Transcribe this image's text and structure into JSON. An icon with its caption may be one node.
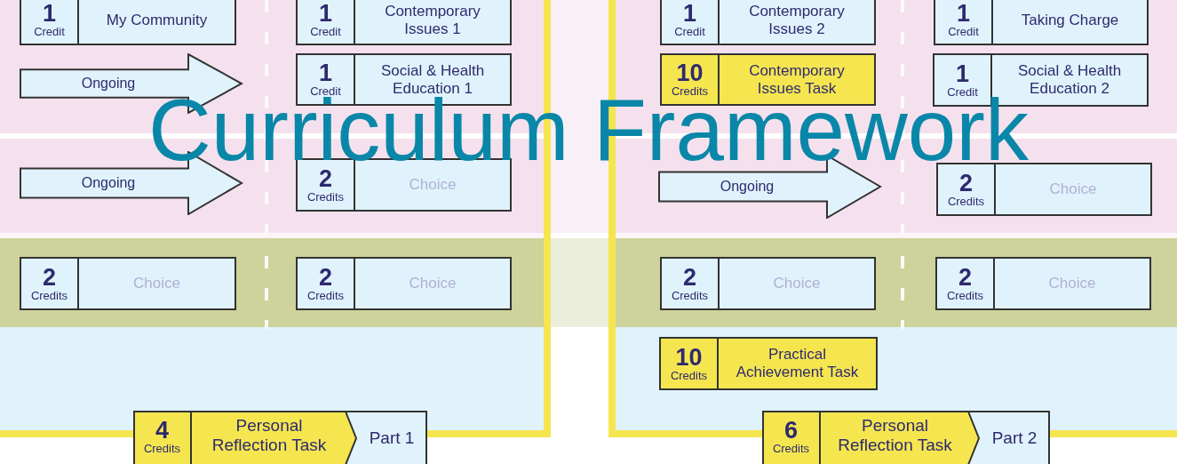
{
  "diagram": {
    "title": "Curriculum Framework",
    "nodes": [
      {
        "text": [
          "1",
          "Credit",
          "My Community"
        ]
      },
      {
        "text": [
          "1",
          "Credit",
          "Contemporary Issues 1"
        ]
      },
      {
        "text": [
          "1",
          "Credit",
          "Contemporary Issues 2"
        ]
      },
      {
        "text": [
          "1",
          "Credit",
          "Taking Charge"
        ]
      },
      {
        "text": [
          "Ongoing"
        ]
      },
      {
        "text": [
          "1",
          "Credit",
          "Social & Health Education 1"
        ]
      },
      {
        "text": [
          "10",
          "Credits",
          "Contemporary Issues Task"
        ]
      },
      {
        "text": [
          "1",
          "Credit",
          "Social & Health Education 2"
        ]
      },
      {
        "text": [
          "Ongoing"
        ]
      },
      {
        "text": [
          "2",
          "Credits",
          "Choice"
        ]
      },
      {
        "text": [
          "Ongoing"
        ]
      },
      {
        "text": [
          "2",
          "Credits",
          "Choice"
        ]
      },
      {
        "text": [
          "2",
          "Credits",
          "Choice"
        ]
      },
      {
        "text": [
          "2",
          "Credits",
          "Choice"
        ]
      },
      {
        "text": [
          "2",
          "Credits",
          "Choice"
        ]
      },
      {
        "text": [
          "2",
          "Credits",
          "Choice"
        ]
      },
      {
        "text": [
          "10",
          "Credits",
          "Practical Achievement Task"
        ]
      },
      {
        "text": [
          "4",
          "Credits",
          "Personal Reflection Task",
          "Part 1"
        ]
      },
      {
        "text": [
          "6",
          "Credits",
          "Personal Reflection Task",
          "Part 2"
        ]
      }
    ],
    "edges": []
  }
}
